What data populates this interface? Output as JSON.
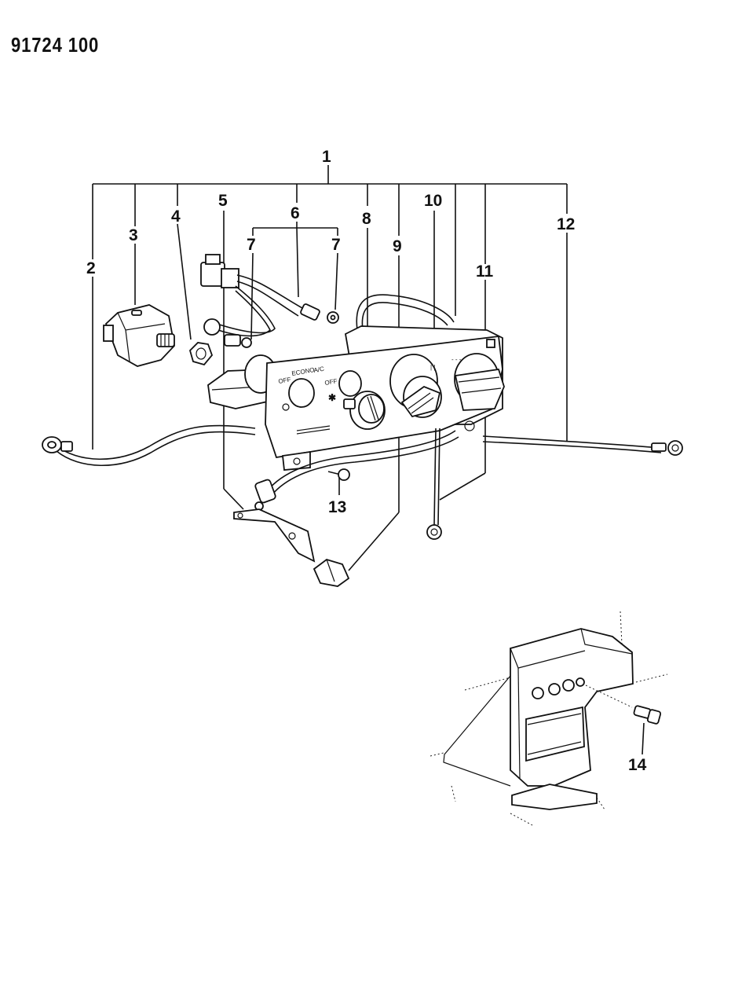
{
  "document_number": "91724 100",
  "callouts": [
    "1",
    "2",
    "3",
    "4",
    "5",
    "6",
    "7",
    "7",
    "8",
    "9",
    "10",
    "11",
    "12",
    "13",
    "14"
  ],
  "panel_text": {
    "off": "OFF",
    "econo": "ECONO",
    "ac": "A/C",
    "off2": "OFF"
  }
}
